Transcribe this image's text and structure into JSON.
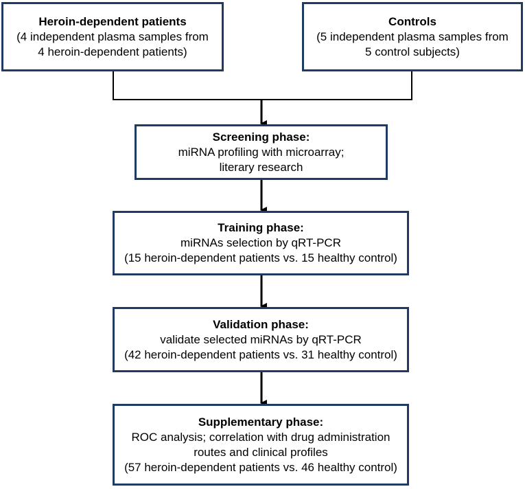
{
  "boxes": {
    "heroin": {
      "title": "Heroin-dependent patients",
      "lines": [
        "(4 independent plasma samples from",
        "4 heroin-dependent patients)"
      ]
    },
    "controls": {
      "title": "Controls",
      "lines": [
        "(5 independent plasma samples from",
        "5 control subjects)"
      ]
    },
    "screening": {
      "title": "Screening phase:",
      "lines": [
        "miRNA profiling with microarray;",
        "literary research"
      ]
    },
    "training": {
      "title": "Training phase:",
      "lines": [
        "miRNAs selection by qRT-PCR",
        "(15 heroin-dependent patients vs. 15 healthy control)"
      ]
    },
    "validation": {
      "title": "Validation phase:",
      "lines": [
        "validate selected miRNAs by qRT-PCR",
        "(42 heroin-dependent patients vs. 31 healthy control)"
      ]
    },
    "supplementary": {
      "title": "Supplementary phase:",
      "lines": [
        "ROC analysis; correlation with drug administration",
        "routes and clinical profiles",
        "(57 heroin-dependent patients vs. 46 healthy control)"
      ]
    }
  },
  "colors": {
    "box_border": "#1f3b64",
    "connector": "#000000"
  }
}
